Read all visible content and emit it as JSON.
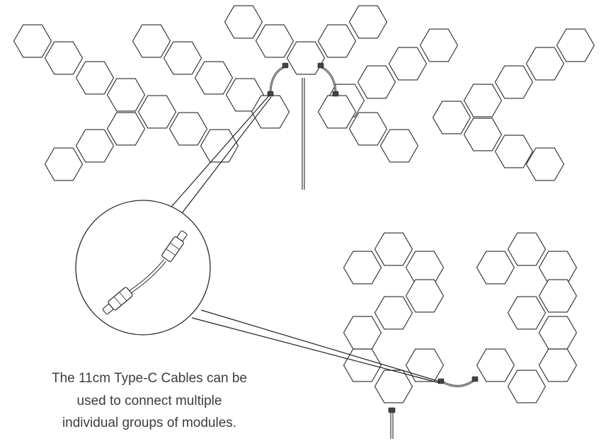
{
  "caption": {
    "text": "The 11cm Type-C Cables can be\nused to connect multiple\nindividual groups of modules."
  },
  "illustration": {
    "subject": "hexagon light modules linked by Type-C cables",
    "callout": "type-c-cable-closeup"
  }
}
